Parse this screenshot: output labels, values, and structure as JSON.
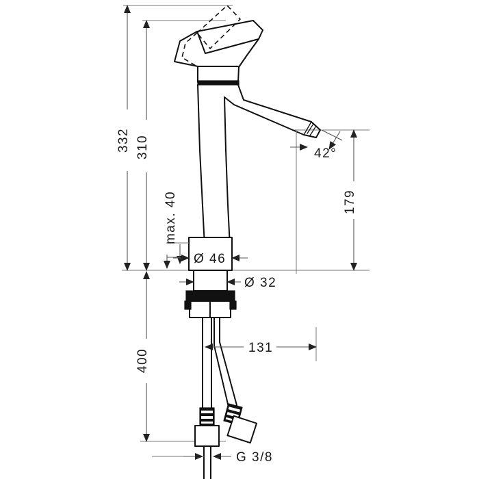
{
  "drawing": {
    "title": "Faucet technical dimension drawing",
    "units": "mm",
    "line_color": "#111111",
    "dimension_color": "#555555",
    "background": "#ffffff"
  },
  "dimensions": {
    "total_height": "332",
    "spout_base_height": "310",
    "max_counter_thickness": "max. 40",
    "body_diameter": "Ø 46",
    "shank_diameter": "Ø 32",
    "spout_angle": "42°",
    "spout_reach_height": "179",
    "hose_length": "400",
    "spout_projection": "131",
    "thread_size": "G 3/8"
  },
  "labels": [
    {
      "id": "dim-332",
      "text": "332",
      "orientation": "vertical"
    },
    {
      "id": "dim-310",
      "text": "310",
      "orientation": "vertical"
    },
    {
      "id": "dim-max40",
      "text": "max. 40",
      "orientation": "vertical"
    },
    {
      "id": "dim-d46",
      "text": "Ø 46",
      "orientation": "horizontal"
    },
    {
      "id": "dim-d32",
      "text": "Ø 32",
      "orientation": "horizontal"
    },
    {
      "id": "dim-42deg",
      "text": "42°",
      "orientation": "horizontal"
    },
    {
      "id": "dim-179",
      "text": "179",
      "orientation": "vertical"
    },
    {
      "id": "dim-400",
      "text": "400",
      "orientation": "vertical"
    },
    {
      "id": "dim-131",
      "text": "131",
      "orientation": "horizontal"
    },
    {
      "id": "dim-g38",
      "text": "G 3/8",
      "orientation": "horizontal"
    }
  ]
}
